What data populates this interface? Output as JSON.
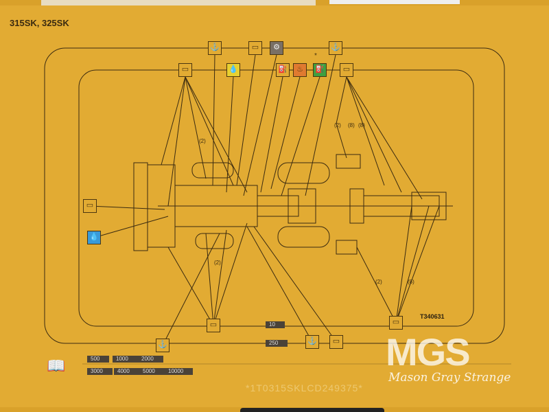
{
  "model": "315SK, 325SK",
  "part_number": "T340631",
  "serial_stamp": "*1T0315SKLCD249375*",
  "watermark": {
    "logo": "MGS",
    "company": "Mason Gray Strange"
  },
  "quantity_labels": {
    "front_left": "(2)",
    "front_bottom": "(2)",
    "rear_a": "(2)",
    "rear_b": "(8)",
    "rear_c": "(8)",
    "rear_bottom_a": "(2)",
    "rear_bottom_b": "(8)"
  },
  "service_intervals": {
    "short": [
      "10",
      "250"
    ],
    "manual_row1": [
      "500",
      "1000",
      "2000"
    ],
    "manual_row2": [
      "3000",
      "4000",
      "5000",
      "10000"
    ]
  },
  "icons": [
    "grease-fitting-icon",
    "hydraulic-filter-icon",
    "air-filter-icon",
    "engine-oil-icon",
    "fuel-filter-icon",
    "coolant-icon",
    "fuel-icon",
    "battery-icon",
    "manual-icon",
    "washer-fluid-icon"
  ],
  "colors": {
    "decal": "#e2ab33",
    "gray_icon": "#7a7065",
    "yellow_icon": "#e8d030",
    "orange_icon": "#e07a30",
    "green_icon": "#3fa040",
    "blue_icon": "#3a9ad8"
  }
}
